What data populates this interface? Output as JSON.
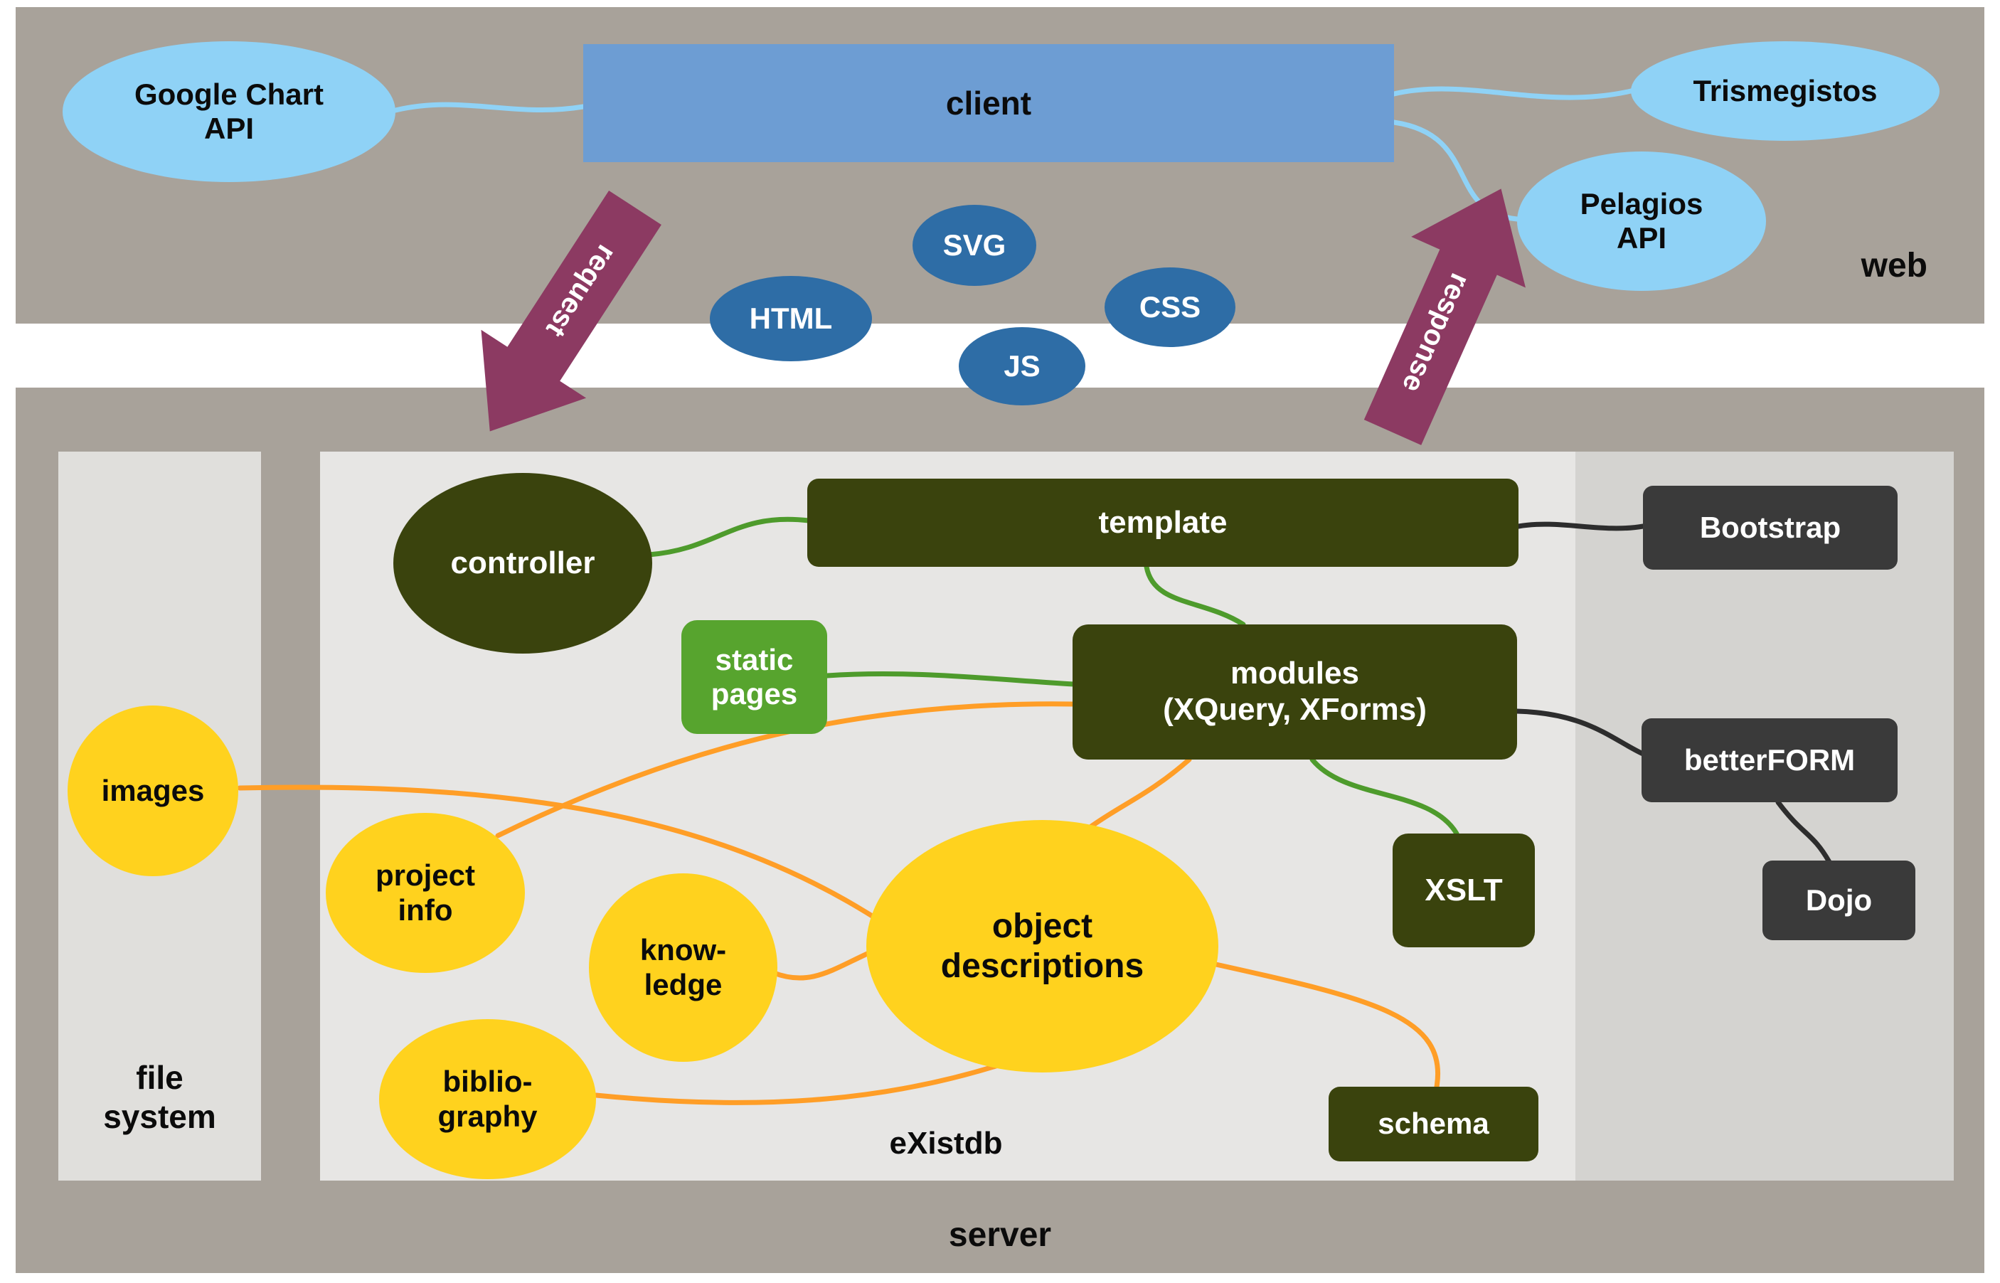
{
  "colors": {
    "panel_taupe": "#a8a29a",
    "panel_existdb": "#e7e6e4",
    "panel_file_system": "#e0dfdc",
    "panel_frameworks": "#d4d3d0",
    "client_blue": "#6d9dd3",
    "light_blue": "#8fd2f6",
    "dark_blue": "#2e6da6",
    "olive_green": "#3a430d",
    "bright_green": "#57a42e",
    "green_line": "#4e9b2c",
    "yellow": "#ffd21e",
    "orange_line": "#ff9e27",
    "arrow_maroon": "#8c3a62",
    "dark_box": "#3a3a3a"
  },
  "web": {
    "label": "web",
    "client": "client",
    "google_chart_api": "Google Chart\nAPI",
    "trismegistos": "Trismegistos",
    "pelagios_api": "Pelagios\nAPI",
    "svg": "SVG",
    "html": "HTML",
    "css": "CSS",
    "js": "JS",
    "request_arrow": "request",
    "response_arrow": "response"
  },
  "server": {
    "label": "server",
    "file_system": {
      "label": "file\nsystem",
      "images": "images"
    },
    "existdb": {
      "label": "eXistdb",
      "controller": "controller",
      "template": "template",
      "static_pages": "static\npages",
      "modules": "modules\n(XQuery, XForms)",
      "xslt": "XSLT",
      "schema": "schema",
      "project_info": "project\ninfo",
      "knowledge": "know-\nledge",
      "bibliography": "biblio-\ngraphy",
      "object_descriptions": "object\ndescriptions"
    },
    "frameworks": {
      "bootstrap": "Bootstrap",
      "betterform": "betterFORM",
      "dojo": "Dojo"
    }
  }
}
